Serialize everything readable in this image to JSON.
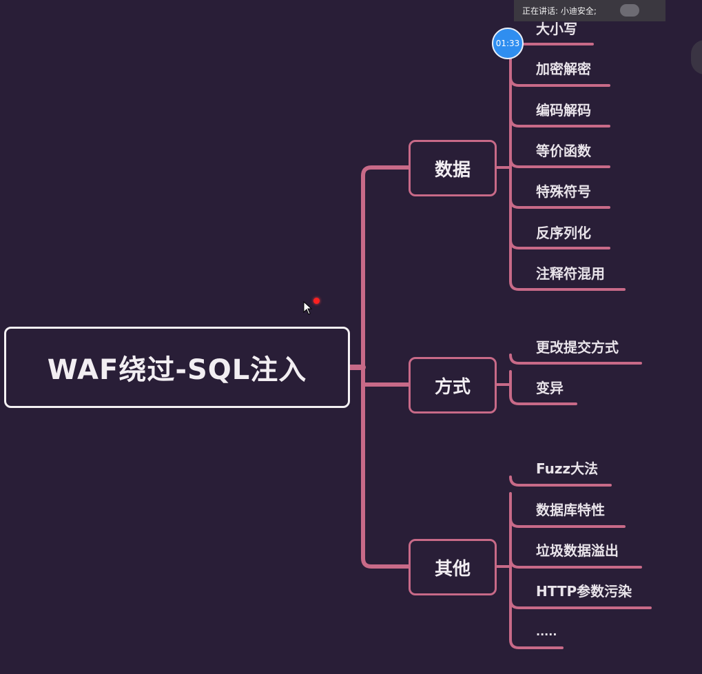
{
  "title": "WAF绕过-SQL注入",
  "branches": [
    {
      "label": "数据",
      "leaves": [
        "大小写",
        "加密解密",
        "编码解码",
        "等价函数",
        "特殊符号",
        "反序列化",
        "注释符混用"
      ]
    },
    {
      "label": "方式",
      "leaves": [
        "更改提交方式",
        "变异"
      ]
    },
    {
      "label": "其他",
      "leaves": [
        "Fuzz大法",
        "数据库特性",
        "垃圾数据溢出",
        "HTTP参数污染",
        "....."
      ]
    }
  ],
  "overlay": {
    "speaker_prefix": "正在讲话: ",
    "speaker_name": "小迪安全;",
    "timer": "01:33"
  },
  "colors": {
    "background": "#291e37",
    "connector": "#c86a88",
    "root_border": "#f4f1f3",
    "text": "#f2eef2"
  },
  "icons": {
    "cursor": "mouse-pointer-icon",
    "laser": "laser-pointer-icon"
  }
}
